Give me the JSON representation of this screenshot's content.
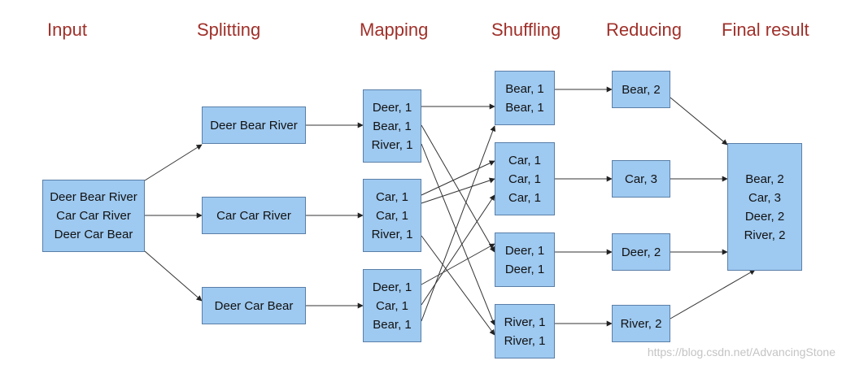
{
  "stages": [
    "Input",
    "Splitting",
    "Mapping",
    "Shuffling",
    "Reducing",
    "Final result"
  ],
  "boxes": {
    "input": [
      "Deer Bear River",
      "Car Car River",
      "Deer Car Bear"
    ],
    "split": [
      [
        "Deer Bear River"
      ],
      [
        "Car Car River"
      ],
      [
        "Deer Car Bear"
      ]
    ],
    "map": [
      [
        "Deer, 1",
        "Bear, 1",
        "River, 1"
      ],
      [
        "Car, 1",
        "Car, 1",
        "River, 1"
      ],
      [
        "Deer, 1",
        "Car, 1",
        "Bear, 1"
      ]
    ],
    "shuffle": [
      [
        "Bear, 1",
        "Bear, 1"
      ],
      [
        "Car, 1",
        "Car, 1",
        "Car, 1"
      ],
      [
        "Deer, 1",
        "Deer, 1"
      ],
      [
        "River, 1",
        "River, 1"
      ]
    ],
    "reduce": [
      [
        "Bear, 2"
      ],
      [
        "Car, 3"
      ],
      [
        "Deer, 2"
      ],
      [
        "River, 2"
      ]
    ],
    "final": [
      "Bear, 2",
      "Car, 3",
      "Deer, 2",
      "River, 2"
    ]
  },
  "watermark": "https://blog.csdn.net/AdvancingStone",
  "colors": {
    "box_fill": "#9ec9f0",
    "box_border": "#5a7fa8",
    "title": "#a0302a",
    "arrow": "#333333"
  }
}
